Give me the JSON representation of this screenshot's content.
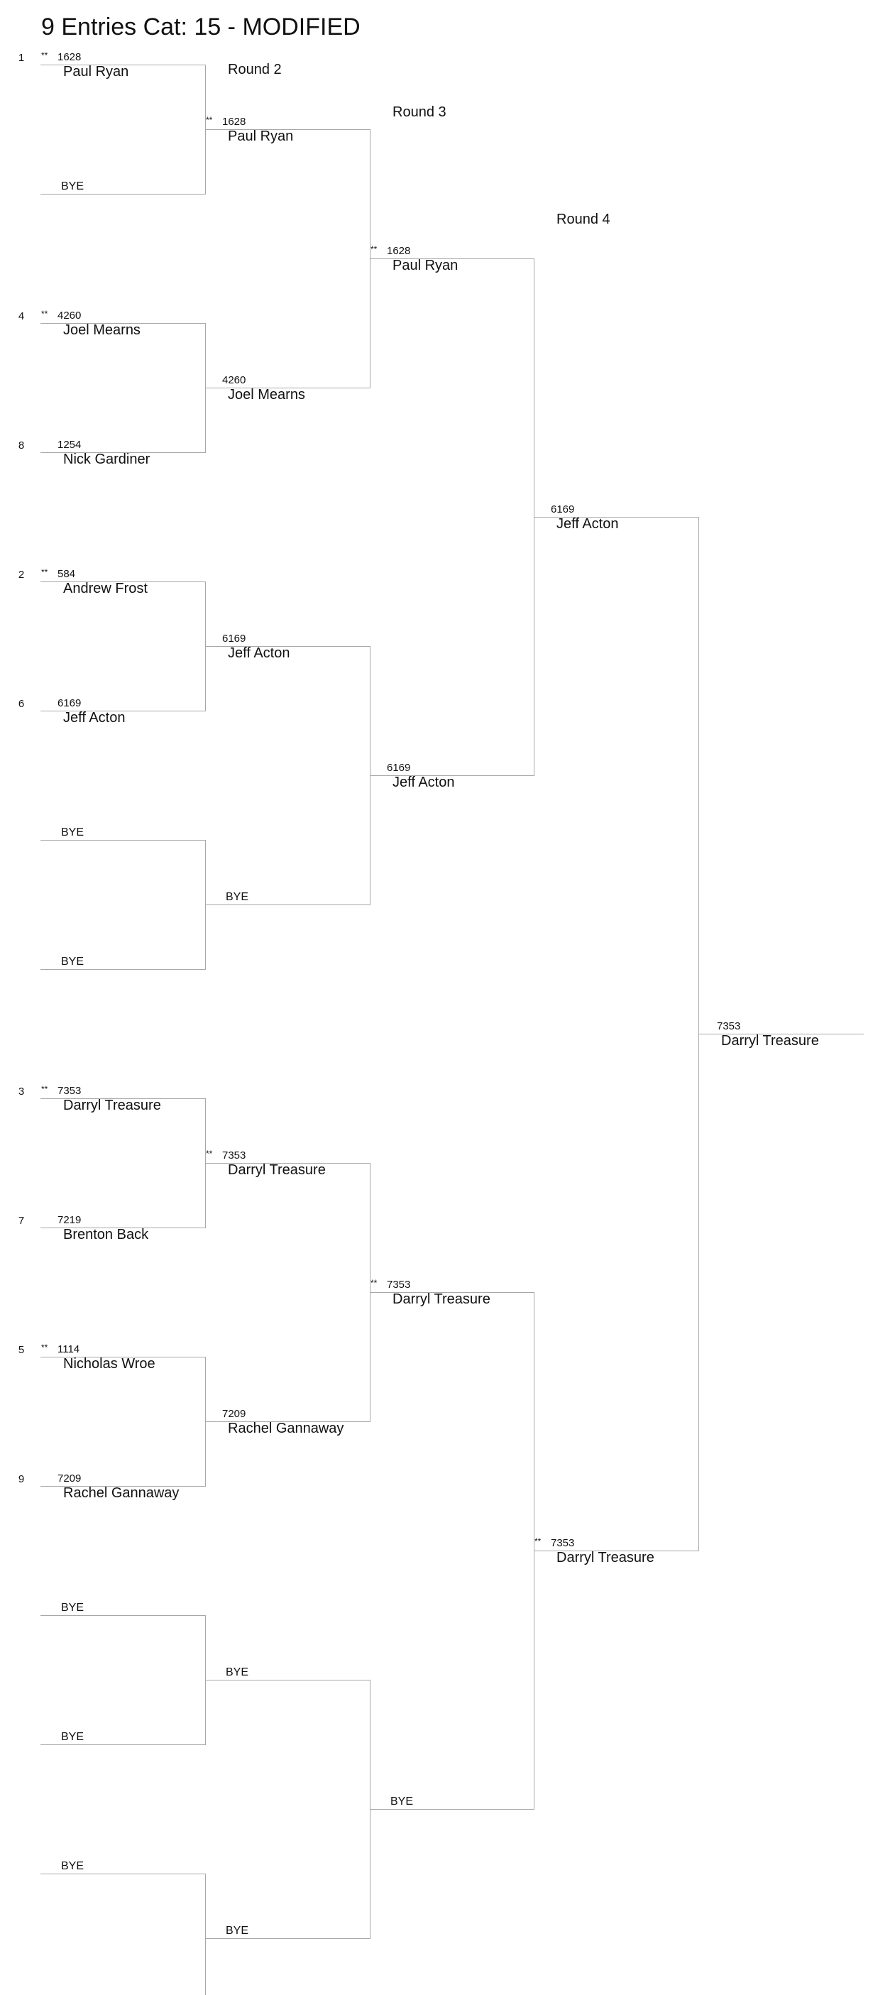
{
  "title": "9 Entries Cat: 15 - MODIFIED",
  "rounds": [
    "Round 2",
    "Round 3",
    "Round 4"
  ],
  "bye_label": "BYE",
  "champion": {
    "num": "7353",
    "name": "Darryl Treasure"
  },
  "round1": [
    {
      "seed": "1",
      "seeded": true,
      "num": "1628",
      "name": "Paul Ryan"
    },
    {
      "seed": "",
      "seeded": false,
      "num": "",
      "name": "BYE"
    },
    {
      "seed": "4",
      "seeded": true,
      "num": "4260",
      "name": "Joel Mearns"
    },
    {
      "seed": "8",
      "seeded": false,
      "num": "1254",
      "name": "Nick Gardiner"
    },
    {
      "seed": "2",
      "seeded": true,
      "num": "584",
      "name": "Andrew Frost"
    },
    {
      "seed": "6",
      "seeded": false,
      "num": "6169",
      "name": "Jeff Acton"
    },
    {
      "seed": "",
      "seeded": false,
      "num": "",
      "name": "BYE"
    },
    {
      "seed": "",
      "seeded": false,
      "num": "",
      "name": "BYE"
    },
    {
      "seed": "3",
      "seeded": true,
      "num": "7353",
      "name": "Darryl Treasure"
    },
    {
      "seed": "7",
      "seeded": false,
      "num": "7219",
      "name": "Brenton Back"
    },
    {
      "seed": "5",
      "seeded": true,
      "num": "1114",
      "name": "Nicholas Wroe"
    },
    {
      "seed": "9",
      "seeded": false,
      "num": "7209",
      "name": "Rachel Gannaway"
    },
    {
      "seed": "",
      "seeded": false,
      "num": "",
      "name": "BYE"
    },
    {
      "seed": "",
      "seeded": false,
      "num": "",
      "name": "BYE"
    },
    {
      "seed": "",
      "seeded": false,
      "num": "",
      "name": "BYE"
    }
  ],
  "round2": [
    {
      "seeded": true,
      "num": "1628",
      "name": "Paul Ryan"
    },
    {
      "seeded": false,
      "num": "4260",
      "name": "Joel Mearns"
    },
    {
      "seeded": false,
      "num": "6169",
      "name": "Jeff Acton"
    },
    {
      "seeded": false,
      "num": "",
      "name": "BYE"
    },
    {
      "seeded": true,
      "num": "7353",
      "name": "Darryl Treasure"
    },
    {
      "seeded": false,
      "num": "7209",
      "name": "Rachel Gannaway"
    },
    {
      "seeded": false,
      "num": "",
      "name": "BYE"
    },
    {
      "seeded": false,
      "num": "",
      "name": "BYE"
    }
  ],
  "round3": [
    {
      "seeded": true,
      "num": "1628",
      "name": "Paul Ryan"
    },
    {
      "seeded": false,
      "num": "6169",
      "name": "Jeff Acton"
    },
    {
      "seeded": true,
      "num": "7353",
      "name": "Darryl Treasure"
    },
    {
      "seeded": false,
      "num": "",
      "name": "BYE"
    }
  ],
  "round4": [
    {
      "seeded": false,
      "num": "6169",
      "name": "Jeff Acton"
    },
    {
      "seeded": true,
      "num": "7353",
      "name": "Darryl Treasure"
    }
  ]
}
